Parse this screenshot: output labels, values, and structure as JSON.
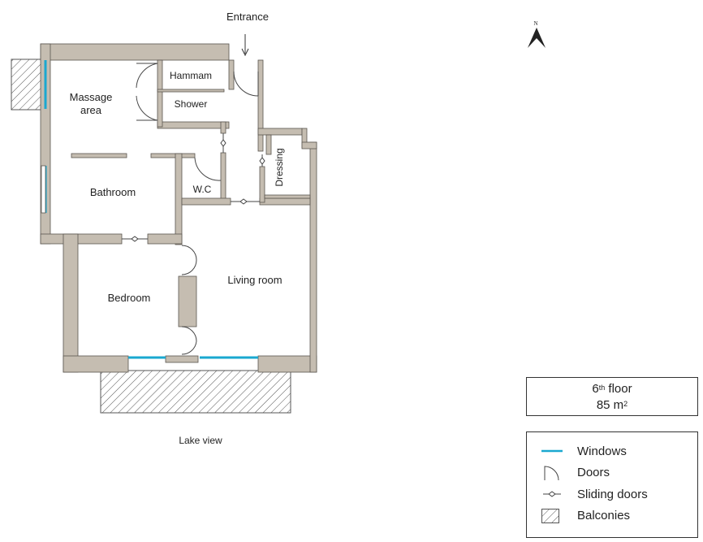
{
  "plan": {
    "entrance_label": "Entrance",
    "rooms": {
      "massage_line1": "Massage",
      "massage_line2": "area",
      "hammam": "Hammam",
      "shower": "Shower",
      "dressing": "Dressing",
      "bathroom": "Bathroom",
      "wc": "W.C",
      "living_room": "Living room",
      "bedroom": "Bedroom"
    },
    "view_label": "Lake view",
    "north_label": "N"
  },
  "floor_info": {
    "floor_number": "6",
    "floor_suffix": "th",
    "floor_word": "floor",
    "area_value": "85 m",
    "area_unit_sup": "2"
  },
  "legend": {
    "items": [
      {
        "label": "Windows"
      },
      {
        "label": "Doors"
      },
      {
        "label": "Sliding doors"
      },
      {
        "label": "Balconies"
      }
    ]
  },
  "colors": {
    "wall": "#c5bdb1",
    "wall_stroke": "#5a554f",
    "window": "#1aa8d0",
    "line": "#444444"
  }
}
